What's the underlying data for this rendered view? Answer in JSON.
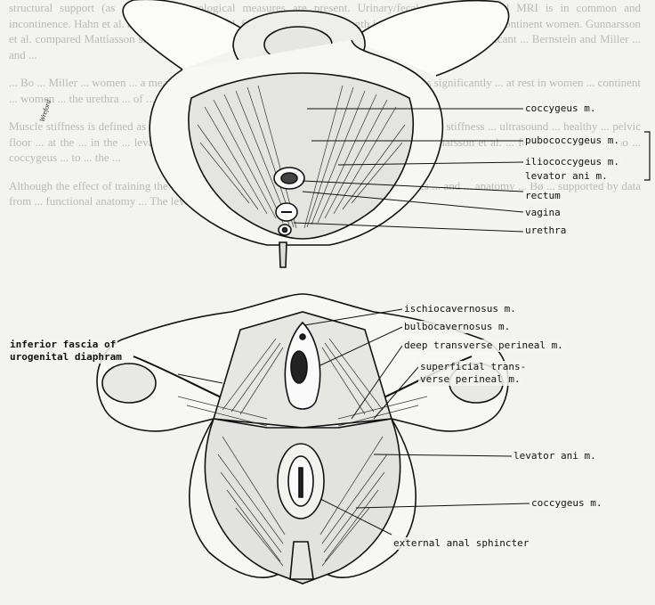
{
  "background_text": [
    "structural support (as obstetric/gynaecological measures are present. Urinary/fecal incontinence and MRI is in common and incontinence. Hahn et al. and MV measured et al. found greater PFM strength in continent women than incontinent women. Gunnarsson et al. compared Mattiasson showed that continent women did better than ... Bo and Stien found a significant ... Bernstein and Miller ... and ... ",
    "... Bo ... Miller ... women ... a mean age of 63 years ... women ... incontinent women ... was significantly ... at rest in women ... continent ... women ... the urethra ... of ... during ... Other studies ... and women ... Wynne ...",
    "Muscle stiffness is defined as the elastic response to a stretching force ... the concept of PFM stiffness ... ultrasound ... healthy ... pelvic floor ... at the ... in the ... levator ani ... pelvic ... during ... in ... forward ... greater ... Gunnarsson et al. ... found that women who ... coccygeus ... to ... the ... ",
    "Although the effect of training the PFMs ... function ... coccygeus ... the ... The ... muscles ... and ... anatomy ... Bø ... supported by data from ... functional anatomy ... The levels of ... the levator ani ..."
  ],
  "labels": {
    "top": {
      "coccygeus": "coccygeus m.",
      "pubococcygeus": "pubococcygeus m.",
      "iliococcygeus": "iliococcygeus m.",
      "levator_ani": "levator ani m.",
      "rectum": "rectum",
      "vagina": "vagina",
      "urethra": "urethra"
    },
    "bottom": {
      "ischiocavernosus": "ischiocavernosus m.",
      "bulbocavernosus": "bulbocavernosus m.",
      "inferior_fascia_1": "inferior fascia of",
      "inferior_fascia_2": "urogenital diaphram",
      "deep_transverse": "deep transverse perineal m.",
      "superficial_1": "superficial trans-",
      "superficial_2": "verse perineal m.",
      "levator_ani": "levator ani m.",
      "coccygeus": "coccygeus m.",
      "external_anal": "external anal sphincter"
    },
    "signature": "Wreford"
  }
}
